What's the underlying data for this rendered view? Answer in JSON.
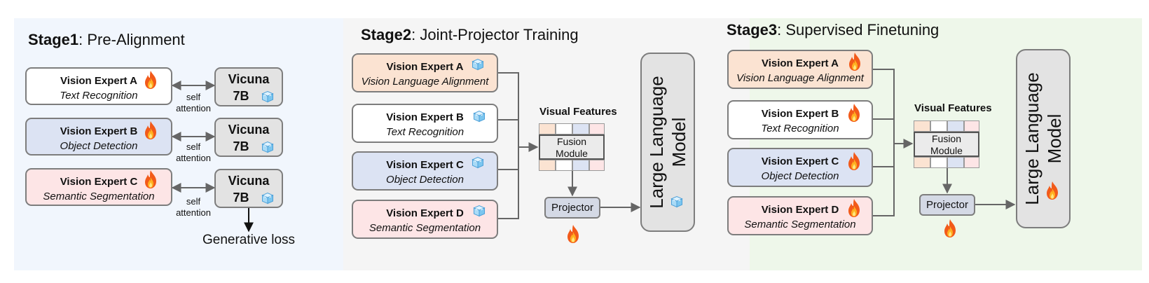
{
  "stage1": {
    "label": "Stage1",
    "title": ": Pre-Alignment",
    "experts": [
      {
        "name": "Vision Expert A",
        "task": "Text Recognition"
      },
      {
        "name": "Vision Expert B",
        "task": "Object Detection"
      },
      {
        "name": "Vision Expert C",
        "task": "Semantic Segmentation"
      }
    ],
    "llm": {
      "name": "Vicuna",
      "size": "7B"
    },
    "link_label": {
      "line1": "self",
      "line2": "attention"
    },
    "loss_label": "Generative loss"
  },
  "stage2": {
    "label": "Stage2",
    "title": ": Joint-Projector Training",
    "experts": [
      {
        "name": "Vision Expert A",
        "task": "Vision Language Alignment"
      },
      {
        "name": "Vision Expert B",
        "task": "Text Recognition"
      },
      {
        "name": "Vision Expert C",
        "task": "Object Detection"
      },
      {
        "name": "Vision Expert D",
        "task": "Semantic Segmentation"
      }
    ],
    "visual_features": "Visual Features",
    "fusion": {
      "line1": "Fusion",
      "line2": "Module"
    },
    "projector": "Projector",
    "llm": {
      "line1": "Large Language",
      "line2": "Model"
    }
  },
  "stage3": {
    "label": "Stage3",
    "title": ": Supervised Finetuning",
    "experts": [
      {
        "name": "Vision Expert A",
        "task": "Vision Language Alignment"
      },
      {
        "name": "Vision Expert B",
        "task": "Text Recognition"
      },
      {
        "name": "Vision Expert C",
        "task": "Object Detection"
      },
      {
        "name": "Vision Expert D",
        "task": "Semantic Segmentation"
      }
    ],
    "visual_features": "Visual Features",
    "fusion": {
      "line1": "Fusion",
      "line2": "Module"
    },
    "projector": "Projector",
    "llm": {
      "line1": "Large Language",
      "line2": "Model"
    }
  },
  "icons": {
    "trainable": "fire-icon",
    "frozen": "ice-cube-icon"
  },
  "colors": {
    "stage1_bg": "#f1f6fd",
    "stage2_bg": "#f5f5f5",
    "stage3_bg": "#eef7ea",
    "orange_box": "#fbe3d2",
    "blue_box": "#dce3f3",
    "pink_box": "#fde5e6",
    "gray_box": "#e3e3e3",
    "projector": "#d4d9e5",
    "border": "#7d7d7d"
  }
}
